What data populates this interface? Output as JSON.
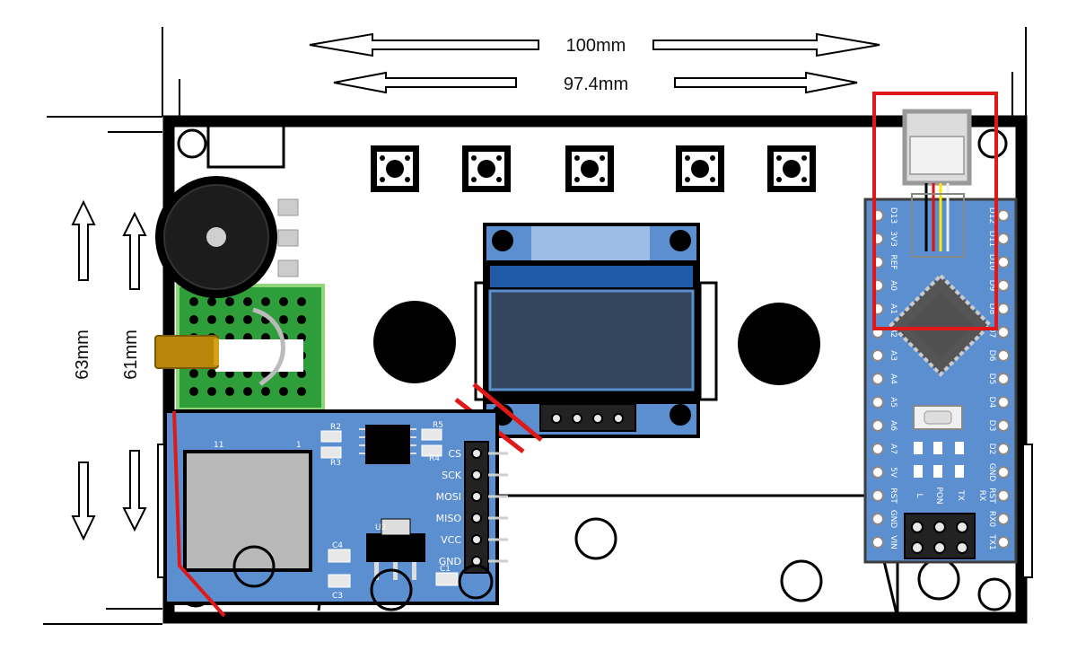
{
  "dimensions": {
    "outer_width": "100mm",
    "inner_width": "97.4mm",
    "outer_height": "63mm",
    "inner_height": "61mm"
  },
  "modules": {
    "sd_card": {
      "pins": [
        "CS",
        "SCK",
        "MOSI",
        "MISO",
        "VCC",
        "GND"
      ],
      "component_labels": [
        "R2",
        "R3",
        "R4",
        "R5",
        "C4",
        "C3",
        "C1",
        "U2",
        "1",
        "11"
      ]
    },
    "arduino_nano": {
      "left_pins": [
        "D13",
        "3V3",
        "REF",
        "A0",
        "A1",
        "A2",
        "A3",
        "A4",
        "A5",
        "A6",
        "A7",
        "5V",
        "RST",
        "GND",
        "VIN"
      ],
      "right_pins": [
        "D12",
        "D11",
        "D10",
        "D9",
        "D8",
        "D7",
        "D6",
        "D5",
        "D4",
        "D3",
        "D2",
        "GND",
        "RST",
        "RX0",
        "TX1"
      ],
      "led_labels": [
        "L",
        "PON",
        "TX",
        "RX"
      ]
    }
  },
  "colors": {
    "frame": "#000000",
    "pcb_blue": "#5b8fd0",
    "pcb_green": "#2e9e3a",
    "oled_screen": "#34465e",
    "highlight": "#e01818",
    "cut_line": "#e01818"
  }
}
